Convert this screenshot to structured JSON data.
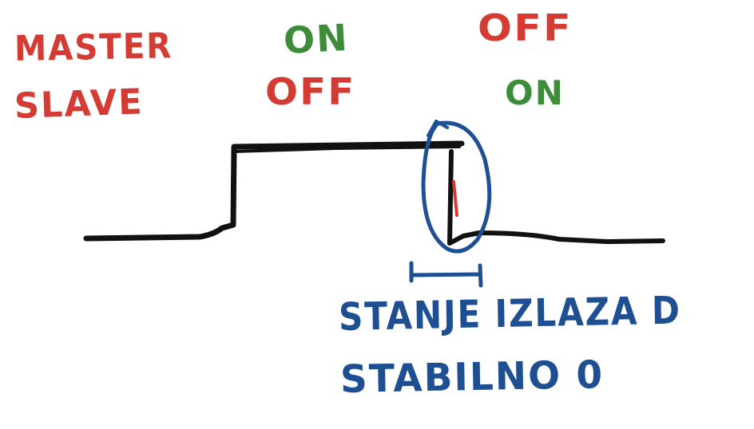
{
  "labels": {
    "master": "MASTER",
    "slave": "SLAVE",
    "master_state_1": "ON",
    "slave_state_1": "OFF",
    "master_state_2": "OFF",
    "slave_state_2": "ON",
    "note_line_1": "STANJE IZLAZA D",
    "note_line_2": "STABILNO 0"
  },
  "colors": {
    "red": "#d33b33",
    "green": "#3d8c3a",
    "blue": "#1f4f93",
    "black": "#111111"
  }
}
